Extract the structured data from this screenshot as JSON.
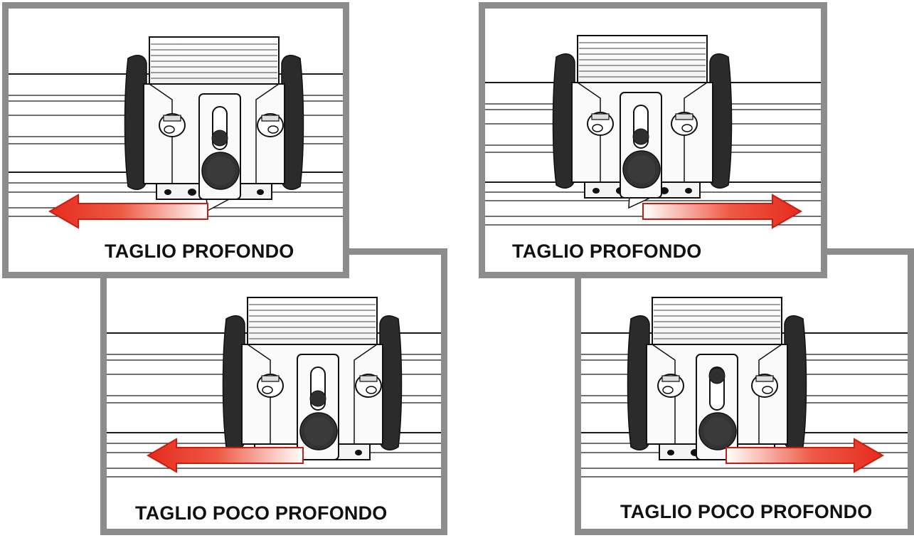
{
  "arrow_colors": {
    "solid": "#e52b1e",
    "fade": "#ffffff",
    "outline": "#c81e12"
  },
  "panels": [
    {
      "caption": "TAGLIO PROFONDO",
      "arrow_direction": "left",
      "slot_pin": "bottom"
    },
    {
      "caption": "TAGLIO POCO PROFONDO",
      "arrow_direction": "left",
      "slot_pin": "bottom"
    },
    {
      "caption": "TAGLIO PROFONDO",
      "arrow_direction": "right",
      "slot_pin": "bottom"
    },
    {
      "caption": "TAGLIO POCO PROFONDO",
      "arrow_direction": "right",
      "slot_pin": "top"
    }
  ]
}
